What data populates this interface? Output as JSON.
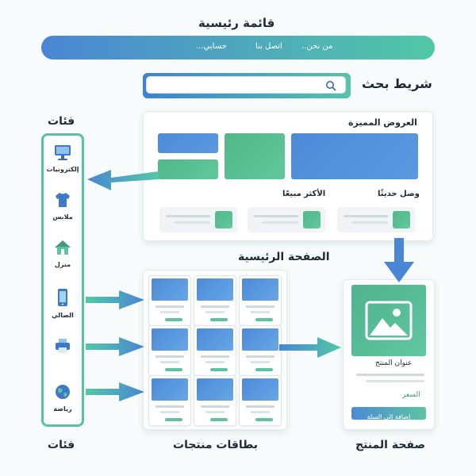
{
  "header": {
    "title": "قائمة رئيسية",
    "nav": [
      "من نحن..",
      "اتصل بنا",
      "حسابي..."
    ]
  },
  "search": {
    "label": "شريط بحث",
    "placeholder": ""
  },
  "featured": {
    "title": "العروض المميزة",
    "bestseller": "الأكثر مبيعًا",
    "new_arrivals": "وصل حديثًا"
  },
  "categories": {
    "title_top": "فئات",
    "title_bottom": "فئات",
    "items": [
      {
        "label": "إلكترونيات",
        "icon": "monitor-icon"
      },
      {
        "label": "ملابس",
        "icon": "tshirt-icon"
      },
      {
        "label": "منزل",
        "icon": "house-icon"
      },
      {
        "label": "الصالي",
        "icon": "phone-icon"
      },
      {
        "label": "",
        "icon": "printer-icon"
      },
      {
        "label": "رياضة",
        "icon": "globe-icon"
      }
    ]
  },
  "homepage": {
    "title": "الصفحة الرئيسية"
  },
  "product_cards": {
    "title": "بطاقات منتجات"
  },
  "product_page": {
    "title": "صفحة المنتج",
    "product_title": "عنوان المنتج",
    "price": "السعر",
    "add_to_cart": "إضافة إلى السلة"
  },
  "colors": {
    "blue": "#4c8ad8",
    "green": "#52c3a0",
    "arrow": "#4aa0c8"
  }
}
